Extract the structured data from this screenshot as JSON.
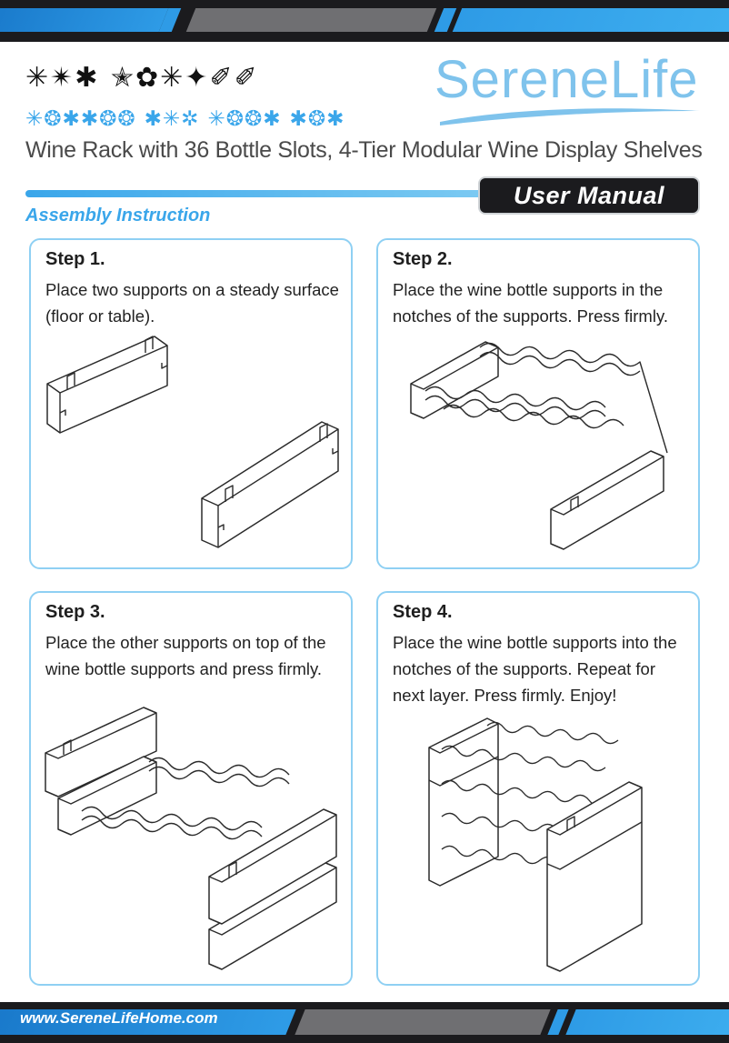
{
  "header": {
    "symbol_title_line1": "✳✴✱ ✭✿✳✦✐✐",
    "symbol_title_line2": "✳❂✱✱❂❂ ✱✳✲ ✳❂❂✱ ✱❂✱",
    "logo_text": "SereneLife",
    "product_title": "Wine Rack with 36 Bottle Slots, 4-Tier Modular Wine Display Shelves",
    "badge": "User Manual",
    "section_title": "Assembly Instruction"
  },
  "colors": {
    "accent": "#3aa6ea",
    "dark": "#1b1b1e",
    "logo": "#7fc3ec",
    "box_border": "#8fd0f3"
  },
  "steps": [
    {
      "title": "Step 1.",
      "text": "Place two supports on a steady surface (floor or table)."
    },
    {
      "title": "Step 2.",
      "text": "Place the wine bottle supports in the notches of the supports. Press firmly."
    },
    {
      "title": "Step 3.",
      "text": "Place the other supports on top of the wine bottle supports and press firmly."
    },
    {
      "title": "Step 4.",
      "text": "Place the wine bottle supports into the notches of the supports. Repeat for next layer. Press firmly. Enjoy!"
    }
  ],
  "footer": {
    "website": "www.SereneLifeHome.com"
  }
}
